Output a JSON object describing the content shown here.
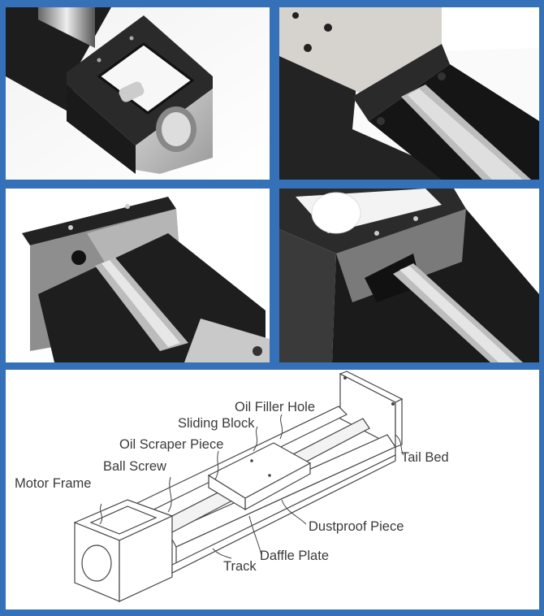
{
  "layout": {
    "background_color": "#3571b9",
    "panel_color": "#ffffff"
  },
  "photos": [
    {
      "id": "motor-frame-photo",
      "subject": "Black anodized motor frame mounting block with ball screw coupling"
    },
    {
      "id": "sliding-block-photo",
      "subject": "Sliding block with oil scraper over ball screw"
    },
    {
      "id": "tail-bed-photo",
      "subject": "Tail bed end plate with ball screw"
    },
    {
      "id": "motor-frame-bearing-photo",
      "subject": "Motor frame bearing seat with ball screw"
    }
  ],
  "diagram": {
    "labels": [
      {
        "text": "Oil Filler Hole",
        "key": "oil_filler_hole"
      },
      {
        "text": "Sliding Block",
        "key": "sliding_block"
      },
      {
        "text": "Oil Scraper Piece",
        "key": "oil_scraper_piece"
      },
      {
        "text": "Ball Screw",
        "key": "ball_screw"
      },
      {
        "text": "Motor Frame",
        "key": "motor_frame"
      },
      {
        "text": "Tail Bed",
        "key": "tail_bed"
      },
      {
        "text": "Dustproof Piece",
        "key": "dustproof_piece"
      },
      {
        "text": "Daffle Plate",
        "key": "daffle_plate"
      },
      {
        "text": "Track",
        "key": "track"
      }
    ]
  }
}
